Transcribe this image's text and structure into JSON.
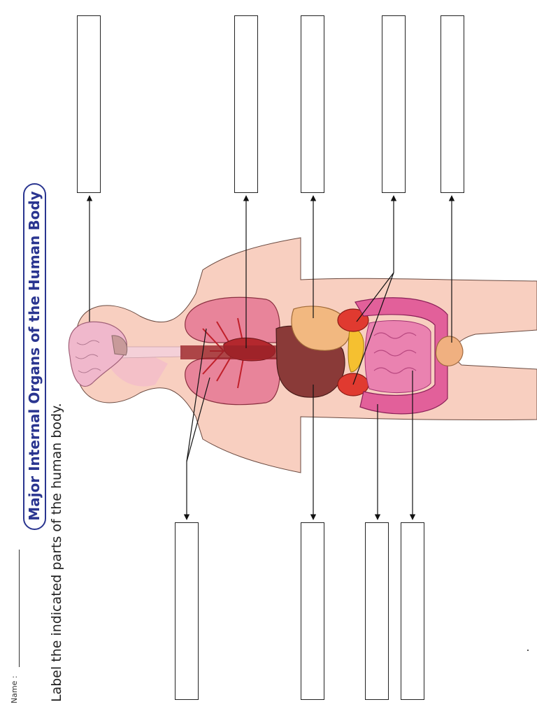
{
  "worksheet": {
    "name_label": "Name :",
    "title": "Major Internal Organs of the Human Body",
    "instruction": "Label the indicated parts of the human body."
  },
  "label_boxes": [
    {
      "id": "brain"
    },
    {
      "id": "heart"
    },
    {
      "id": "stomach"
    },
    {
      "id": "kidneys"
    },
    {
      "id": "bladder"
    },
    {
      "id": "lungs"
    },
    {
      "id": "liver"
    },
    {
      "id": "large-intestine"
    },
    {
      "id": "small-intestine"
    }
  ],
  "colors": {
    "title": "#2a3590",
    "skin": "#f8cfc0",
    "lung": "#e8849a",
    "vessel": "#d0202a",
    "liver": "#8a3a38",
    "stomach": "#f2b880",
    "kidney": "#e03a30",
    "intestine": "#e2609a",
    "brain": "#f0b8cc"
  }
}
